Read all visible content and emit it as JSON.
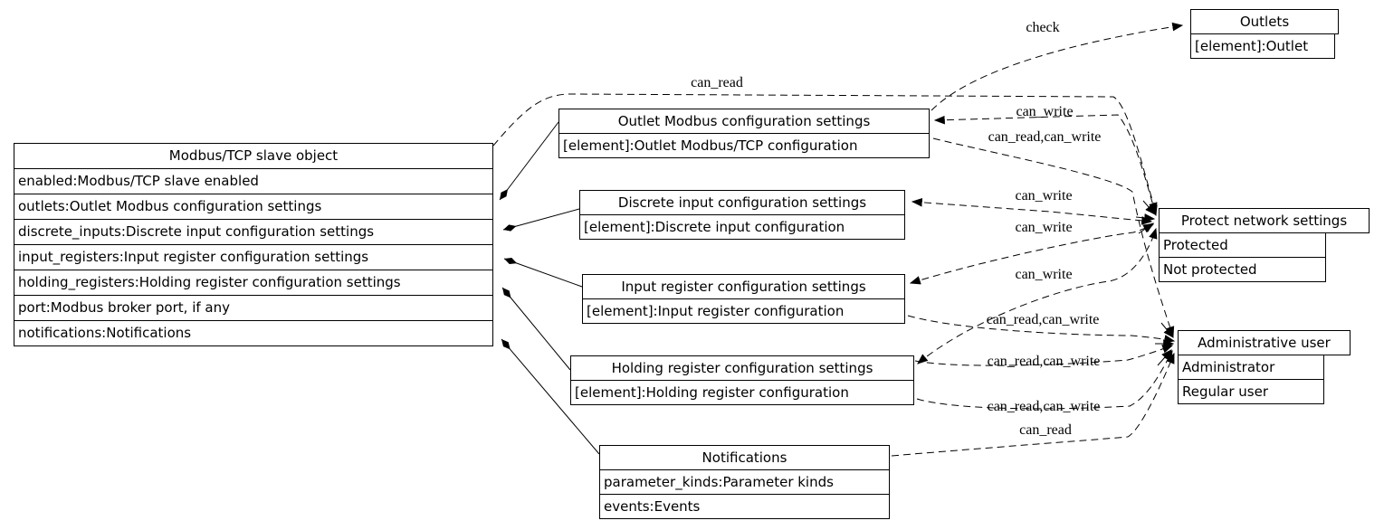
{
  "diagram": {
    "background_color": "#ffffff",
    "line_color": "#000000"
  },
  "nodes": {
    "modbus_slave": {
      "title": "Modbus/TCP slave object",
      "rows": [
        "enabled:Modbus/TCP slave enabled",
        "outlets:Outlet Modbus configuration settings",
        "discrete_inputs:Discrete input configuration settings",
        "input_registers:Input register configuration settings",
        "holding_registers:Holding register configuration settings",
        "port:Modbus broker port, if any",
        "notifications:Notifications"
      ]
    },
    "outlets": {
      "title": "Outlets",
      "rows": [
        "[element]:Outlet"
      ]
    },
    "outlet_modbus": {
      "title": "Outlet Modbus configuration settings",
      "rows": [
        "[element]:Outlet Modbus/TCP configuration"
      ]
    },
    "discrete_inputs": {
      "title": "Discrete input configuration settings",
      "rows": [
        "[element]:Discrete input configuration"
      ]
    },
    "input_registers": {
      "title": "Input register configuration settings",
      "rows": [
        "[element]:Input register configuration"
      ]
    },
    "holding_registers": {
      "title": "Holding register configuration settings",
      "rows": [
        "[element]:Holding register configuration"
      ]
    },
    "notifications": {
      "title": "Notifications",
      "rows": [
        "parameter_kinds:Parameter kinds",
        "events:Events"
      ]
    },
    "protect": {
      "title": "Protect network settings",
      "rows": [
        "Protected",
        "Not protected"
      ]
    },
    "admin": {
      "title": "Administrative user",
      "rows": [
        "Administrator",
        "Regular user"
      ]
    }
  },
  "labels": {
    "check": "check",
    "can_read": "can_read",
    "can_write": "can_write",
    "can_read_can_write": "can_read,can_write"
  }
}
